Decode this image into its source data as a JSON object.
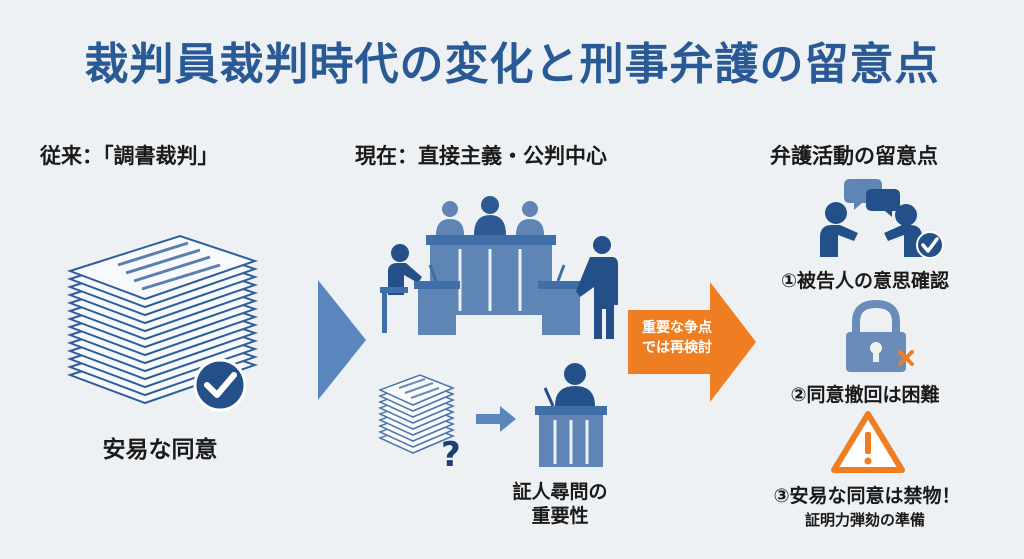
{
  "title": "裁判員裁判時代の変化と刑事弁護の留意点",
  "left": {
    "heading": "従来：「調書裁判」",
    "caption": "安易な同意"
  },
  "middle": {
    "heading": "現在：直接主義・公判中心",
    "caption_line1": "証人尋問の",
    "caption_line2": "重要性"
  },
  "arrow_label": {
    "line1": "重要な争点",
    "line2": "では再検討"
  },
  "right": {
    "heading": "弁護活動の留意点",
    "point1": "①被告人の意思確認",
    "point2": "②同意撤回は困難",
    "point3": "③安易な同意は禁物！",
    "point3_sub": "証明力弾劾の準備"
  },
  "colors": {
    "title": "#2a5a95",
    "icon_blue": "#3f6ea8",
    "icon_dark": "#24508a",
    "orange": "#ef7d22",
    "background": "#eef1f4"
  }
}
